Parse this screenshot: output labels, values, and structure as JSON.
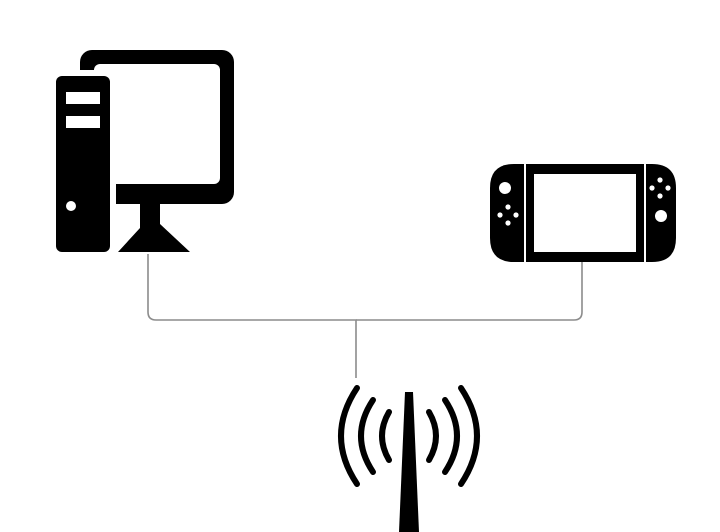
{
  "diagram": {
    "nodes": [
      {
        "id": "desktop-pc",
        "icon": "desktop-computer-icon"
      },
      {
        "id": "handheld-console",
        "icon": "game-console-icon"
      },
      {
        "id": "wireless-router",
        "icon": "wireless-antenna-icon"
      }
    ],
    "edges": [
      {
        "from": "desktop-pc",
        "to": "wireless-router"
      },
      {
        "from": "handheld-console",
        "to": "wireless-router"
      }
    ],
    "colors": {
      "icon": "#000000",
      "connector": "#8c8c8c",
      "background": "#ffffff"
    }
  }
}
